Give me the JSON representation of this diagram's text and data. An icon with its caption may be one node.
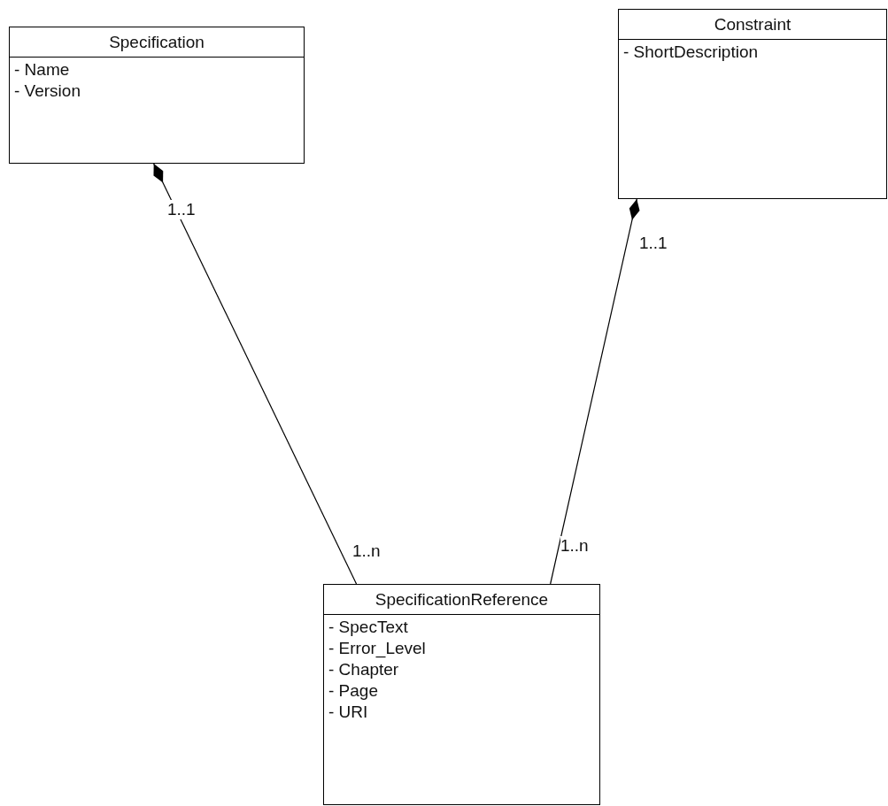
{
  "diagram": {
    "nodes": [
      {
        "text": [
          "Specification",
          "- Name",
          "- Version"
        ]
      },
      {
        "text": [
          "Constraint",
          "- ShortDescription"
        ]
      },
      {
        "text": [
          "SpecificationReference",
          "- SpecText",
          "- Error_Level",
          "- Chapter",
          "- Page",
          "- URI"
        ]
      }
    ],
    "edges": [
      {
        "from": 2,
        "to": 0,
        "arrow": "other"
      },
      {
        "from": 2,
        "to": 1,
        "arrow": "other"
      }
    ],
    "labels": [
      "1..1",
      "1..1",
      "1..n",
      "1..n"
    ]
  }
}
